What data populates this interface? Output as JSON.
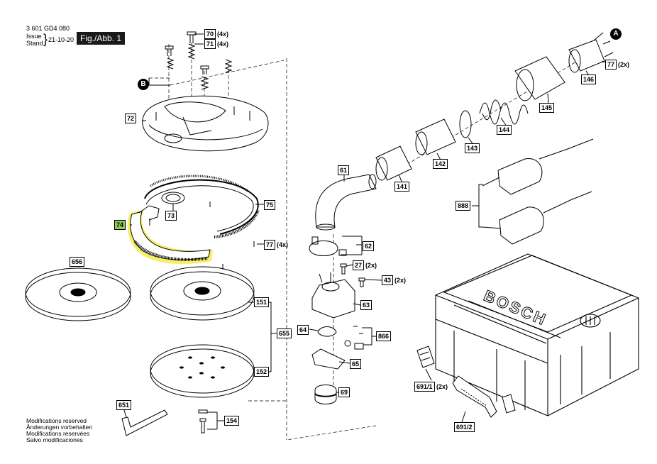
{
  "header": {
    "doc_number": "3 601 GD4 080",
    "issue_label": "Issue",
    "stand_label": "Stand",
    "date": "21-10-20",
    "figure": "Fig./Abb. 1"
  },
  "callouts": {
    "a": "A",
    "b": "B"
  },
  "parts": {
    "p70": {
      "num": "70",
      "qty": "(4x)"
    },
    "p71": {
      "num": "71",
      "qty": "(4x)"
    },
    "p72": {
      "num": "72"
    },
    "p73": {
      "num": "73"
    },
    "p74": {
      "num": "74"
    },
    "p75": {
      "num": "75"
    },
    "p77a": {
      "num": "77",
      "qty": "(4x)"
    },
    "p77b": {
      "num": "77",
      "qty": "(2x)"
    },
    "p146": {
      "num": "146"
    },
    "p145": {
      "num": "145"
    },
    "p144": {
      "num": "144"
    },
    "p143": {
      "num": "143"
    },
    "p142": {
      "num": "142"
    },
    "p141": {
      "num": "141"
    },
    "p61": {
      "num": "61"
    },
    "p62": {
      "num": "62"
    },
    "p27": {
      "num": "27",
      "qty": "(2x)"
    },
    "p43": {
      "num": "43",
      "qty": "(2x)"
    },
    "p63": {
      "num": "63"
    },
    "p64": {
      "num": "64"
    },
    "p866": {
      "num": "866"
    },
    "p65": {
      "num": "65"
    },
    "p69": {
      "num": "69"
    },
    "p888": {
      "num": "888"
    },
    "p656": {
      "num": "656"
    },
    "p151": {
      "num": "151"
    },
    "p655": {
      "num": "655"
    },
    "p152": {
      "num": "152"
    },
    "p651": {
      "num": "651"
    },
    "p154": {
      "num": "154"
    },
    "p691_1": {
      "num": "691/1",
      "qty": "(2x)"
    },
    "p691_2": {
      "num": "691/2"
    }
  },
  "case_brand": "BOSCH",
  "highlight_color": "#f5f06a",
  "highlight_label_color": "#8fcf4f",
  "modifications": [
    "Modifications reserved",
    "Änderungen vorbehalten",
    "Modifications reservées",
    "Salvo modificaciones"
  ]
}
